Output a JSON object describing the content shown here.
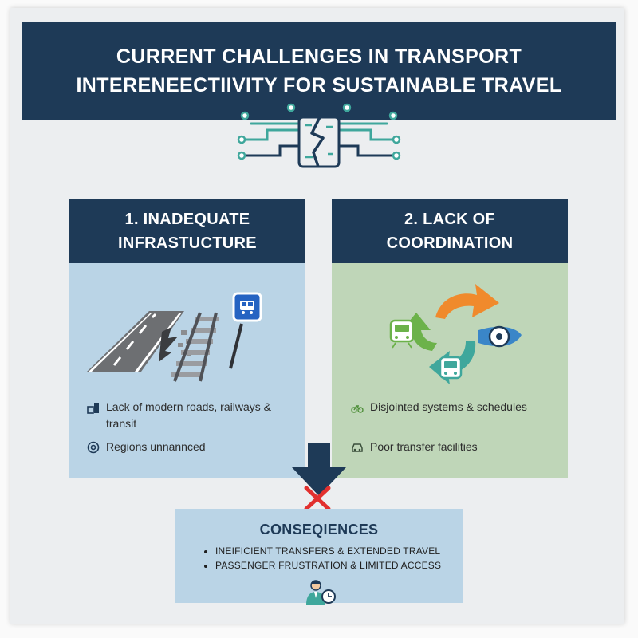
{
  "header": {
    "title_line1": "CURRENT CHALLENGES IN TRANSPORT",
    "title_line2": "INTERENEECTIIVITY FOR SUSTAINABLE TRAVEL"
  },
  "panels": [
    {
      "title_line1": "1. INADEQUATE",
      "title_line2": "INFRASTUCTURE",
      "bullets": [
        {
          "icon": "transit-building-icon",
          "text": "Lack of modern roads, railways & transit"
        },
        {
          "icon": "clock-icon",
          "text": "Regions unnannced"
        }
      ]
    },
    {
      "title_line1": "2. LACK OF",
      "title_line2": "COORDINATION",
      "bullets": [
        {
          "icon": "bicycle-icon",
          "text": "Disjointed systems & schedules"
        },
        {
          "icon": "car-icon",
          "text": "Poor transfer facilities"
        }
      ]
    }
  ],
  "consequences": {
    "title": "CONSEQIENCES",
    "items": [
      "INEIFICIENT TRANSFERS & EXTENDED TRAVEL",
      "PASSENGER FRUSTRATION & LIMITED ACCESS"
    ]
  },
  "colors": {
    "navy": "#1e3a57",
    "blue_panel": "#bad4e6",
    "green_panel": "#bfd6b8",
    "teal": "#3fa79c",
    "orange": "#f08a2c",
    "green_arrow": "#6cb24a",
    "red_x": "#e2302e"
  }
}
